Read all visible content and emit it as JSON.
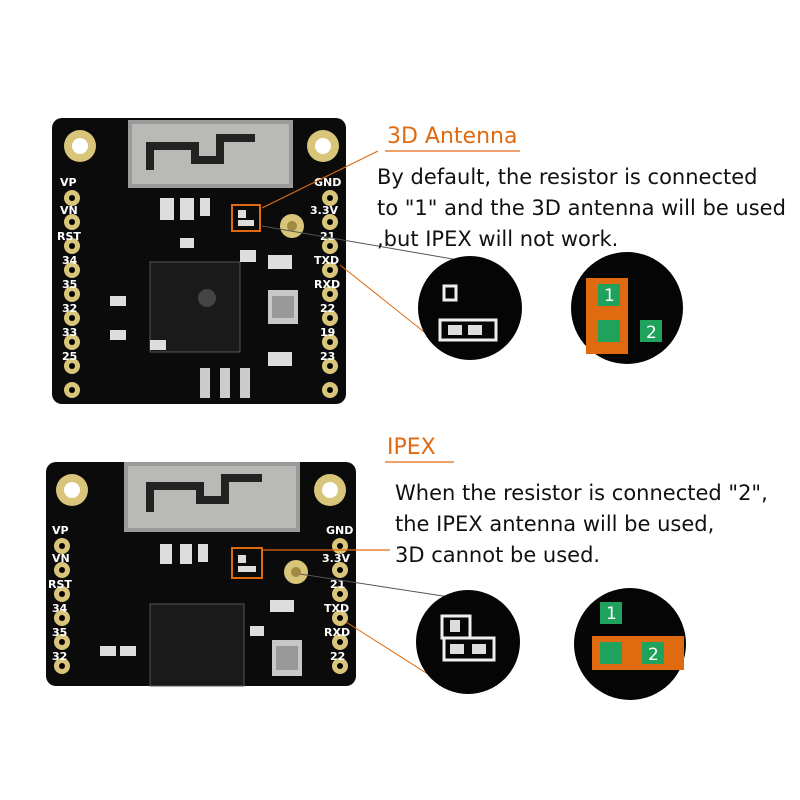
{
  "section_3d": {
    "heading": "3D Antenna",
    "lines": [
      "By default, the resistor is connected",
      "to \"1\" and the 3D antenna will be used",
      ",but IPEX will not work."
    ],
    "board_pins_left": [
      "VP",
      "VN",
      "RST",
      "34",
      "35",
      "32",
      "33",
      "25"
    ],
    "board_pins_right": [
      "GND",
      "3.3V",
      "21",
      "TXD",
      "RXD",
      "22",
      "19",
      "23"
    ],
    "pad_labels": [
      "1",
      "2"
    ]
  },
  "section_ipex": {
    "heading": "IPEX",
    "lines": [
      "When the resistor is connected \"2\",",
      "the IPEX antenna will be used,",
      "3D cannot be used."
    ],
    "board_pins_left": [
      "VP",
      "VN",
      "RST",
      "34",
      "35",
      "32"
    ],
    "board_pins_right": [
      "GND",
      "3.3V",
      "21",
      "TXD",
      "RXD",
      "22"
    ],
    "pad_labels": [
      "1",
      "2"
    ]
  },
  "colors": {
    "accent": "#e06a10",
    "pad_green": "#1fa35c",
    "pcb_black": "#0b0b0b",
    "gold": "#c9b46a"
  }
}
